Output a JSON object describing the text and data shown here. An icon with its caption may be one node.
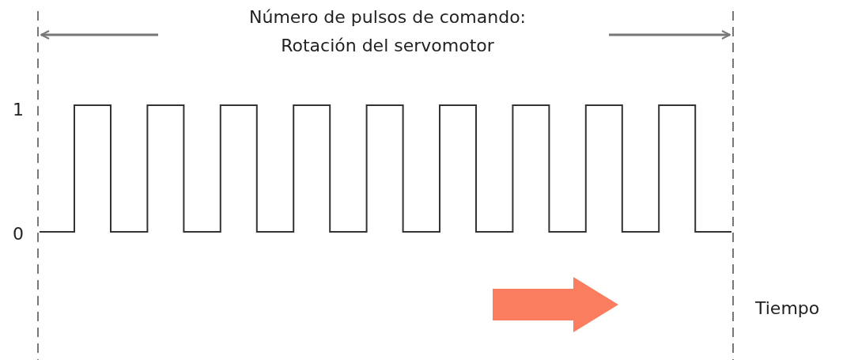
{
  "diagram": {
    "labels": [
      "Número de pulsos de comando: Rotación del servomotor",
      "1",
      "0",
      "Tiempo"
    ]
  }
}
